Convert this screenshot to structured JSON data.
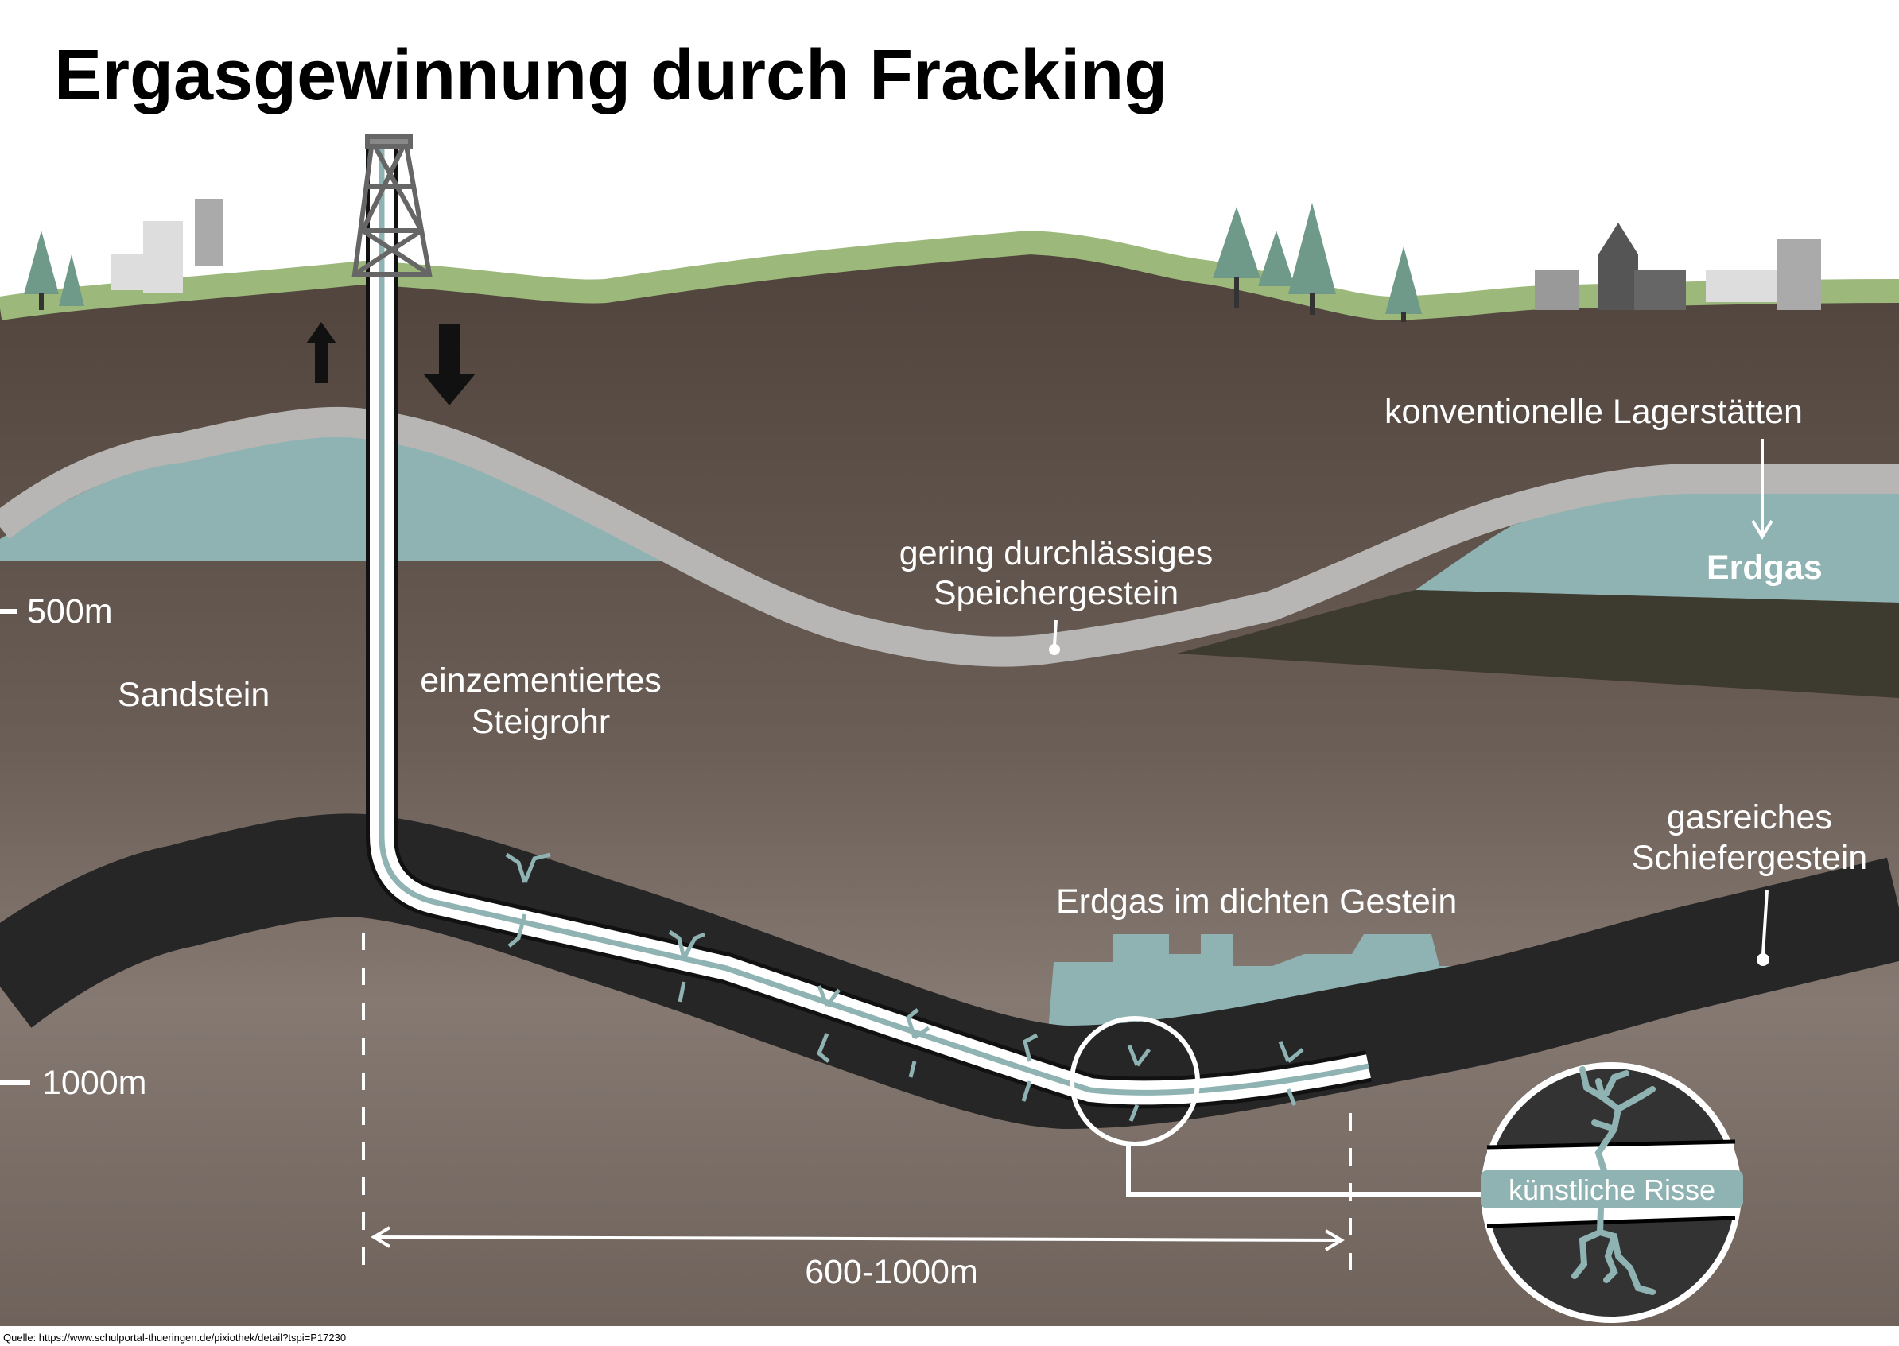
{
  "title": "Ergasgewinnung durch Fracking",
  "labels": {
    "conventional": "konventionelle Lagerstätten",
    "erdgas": "Erdgas",
    "low_perm_1": "gering durchlässiges",
    "low_perm_2": "Speichergestein",
    "depth_500": "500m",
    "depth_1000": "1000m",
    "sandstein": "Sandstein",
    "pipe_1": "einzementiertes",
    "pipe_2": "Steigrohr",
    "shale_1": "gasreiches",
    "shale_2": "Schiefergestein",
    "tight_gas": "Erdgas im dichten Gestein",
    "cracks": "künstliche Risse",
    "distance": "600-1000m"
  },
  "source": "Quelle: https://www.schulportal-thueringen.de/pixiothek/detail?tspi=P17230",
  "colors": {
    "soil": "#5a4d45",
    "soil_light": "#8a7d74",
    "gas": "#8fb3b2",
    "sandstone_band": "#b8b6b4",
    "shale": "#262626",
    "grass": "#9cb87a"
  }
}
